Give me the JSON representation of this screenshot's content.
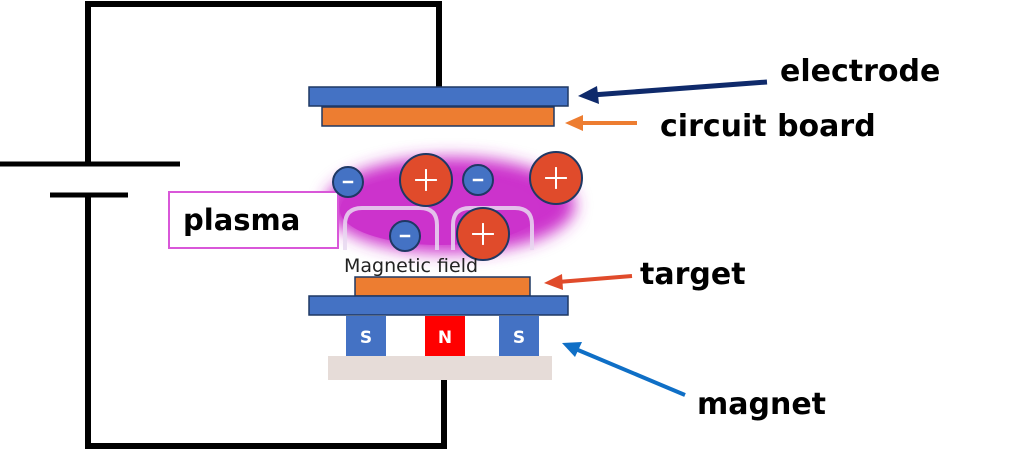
{
  "diagram": {
    "title": "Magnetron sputtering setup",
    "labels": {
      "electrode": "electrode",
      "circuit_board": "circuit board",
      "plasma": "plasma",
      "magnetic_field": "Magnetic field",
      "target": "target",
      "magnet": "magnet"
    },
    "magnet_poles": [
      "S",
      "N",
      "S"
    ],
    "particles": [
      {
        "charge": "-",
        "symbol": "−"
      },
      {
        "charge": "+",
        "symbol": "+"
      },
      {
        "charge": "-",
        "symbol": "−"
      },
      {
        "charge": "+",
        "symbol": "+"
      },
      {
        "charge": "-",
        "symbol": "−"
      },
      {
        "charge": "+",
        "symbol": "+"
      }
    ],
    "colors": {
      "electrode": "#4472C4",
      "electrode_border": "#1F3864",
      "circuit_board": "#ED7D31",
      "target": "#ED7D31",
      "plasma": "#CC33CC",
      "plasma_label_border": "#D957D9",
      "positive_ion": "#E04B2B",
      "electron": "#4472C4",
      "particle_border": "#1F3864",
      "pole_S": "#4472C4",
      "pole_N": "#FF0000",
      "magnet_base": "#E6DCD8",
      "arrow_electrode": "#0F2A6B",
      "arrow_circuit_board": "#ED7D31",
      "arrow_target": "#E04B2B",
      "arrow_magnet": "#0F6FC6",
      "wire": "#000000"
    }
  }
}
